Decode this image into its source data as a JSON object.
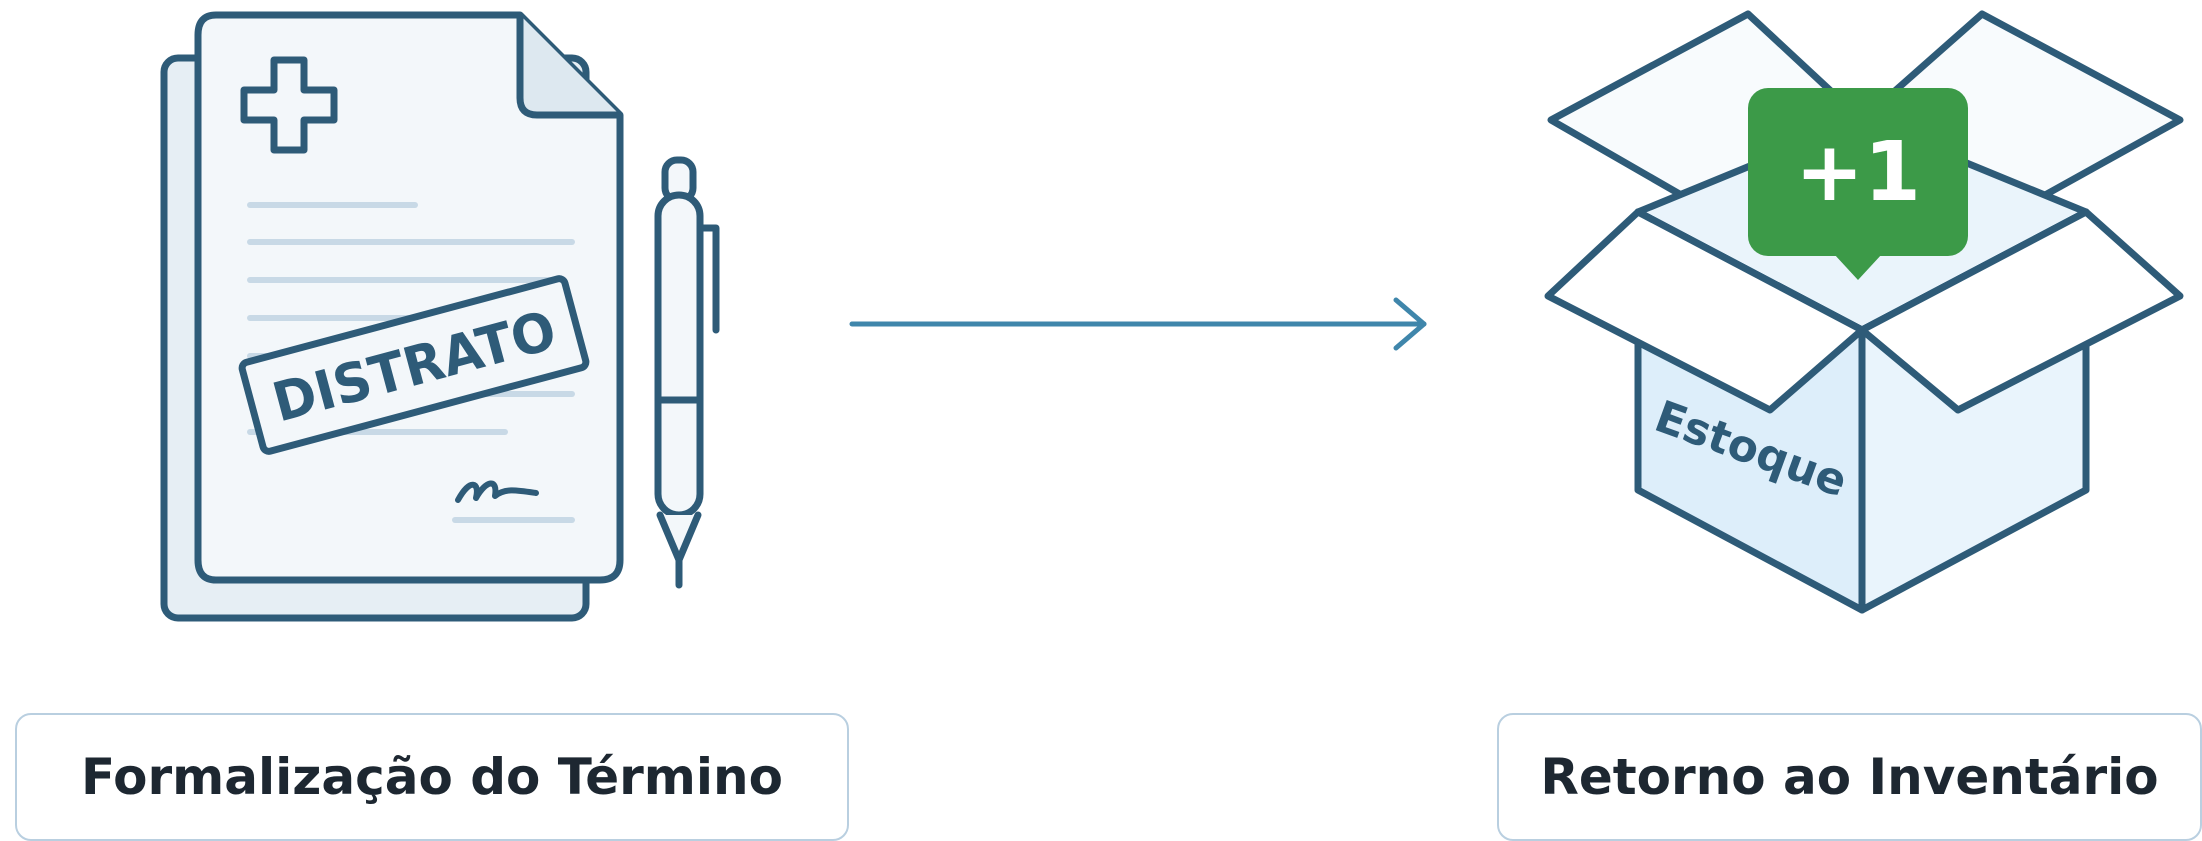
{
  "colors": {
    "outline": "#2e5b78",
    "document_fill": "#f3f7fa",
    "text_lines": "#c8d9e6",
    "arrow": "#3f86ab",
    "box_fill": "#ddeefa",
    "badge": "#3c9a48",
    "caption_border": "#b9cfe0",
    "caption_text": "#1d2731"
  },
  "left": {
    "icon": "contract-document-icon",
    "stamp_text": "DISTRATO",
    "pen_icon": "pen-icon",
    "cross_icon": "medical-cross-icon",
    "signature_icon": "signature-icon",
    "caption": "Formalização do Término"
  },
  "connector": {
    "icon": "arrow-right-icon"
  },
  "right": {
    "icon": "open-box-icon",
    "badge_text": "+1",
    "box_label": "Estoque",
    "caption": "Retorno ao Inventário"
  }
}
